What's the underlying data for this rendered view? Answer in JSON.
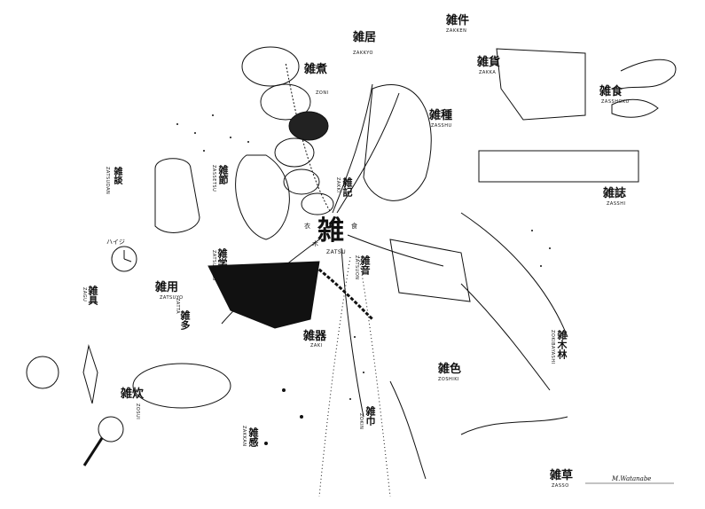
{
  "center": {
    "kanji": "雑",
    "romaji": "ZATSU",
    "side_left": "衣",
    "side_left2": "木",
    "side_right": "食"
  },
  "topics": [
    {
      "id": "zoni",
      "kanji": "雑煮",
      "romaji": "ZONI"
    },
    {
      "id": "zakyo",
      "kanji": "雑居",
      "romaji": "ZAKKYO"
    },
    {
      "id": "zakon",
      "kanji": "雑件",
      "romaji": "ZAKKEN"
    },
    {
      "id": "zakka",
      "kanji": "雑貨",
      "romaji": "ZAKKA"
    },
    {
      "id": "zashu",
      "kanji": "雑種",
      "romaji": "ZASSHU"
    },
    {
      "id": "zashoku",
      "kanji": "雑食",
      "romaji": "ZASSHOKU"
    },
    {
      "id": "zasshi",
      "kanji": "雑誌",
      "romaji": "ZASSHI"
    },
    {
      "id": "zatsudan",
      "kanji": "雑談",
      "romaji": "ZATSUDAN"
    },
    {
      "id": "zosui",
      "kanji": "雑炊",
      "romaji": "ZOSUI"
    },
    {
      "id": "zatsuyo",
      "kanji": "雑用",
      "romaji": "ZATSUYO"
    },
    {
      "id": "zagu",
      "kanji": "雑具",
      "romaji": "ZAGU"
    },
    {
      "id": "zakki",
      "kanji": "雑記",
      "romaji": "ZAKKI"
    },
    {
      "id": "zatta",
      "kanji": "雑多",
      "romaji": "ZATTA"
    },
    {
      "id": "zaki",
      "kanji": "雑器",
      "romaji": "ZAKI"
    },
    {
      "id": "zokin",
      "kanji": "雑巾",
      "romaji": "ZOKIN"
    },
    {
      "id": "zakan",
      "kanji": "雑感",
      "romaji": "ZAKKAN"
    },
    {
      "id": "zoshoku",
      "kanji": "雑色",
      "romaji": "ZOSHIKI"
    },
    {
      "id": "zokibayashi",
      "kanji": "雑木林",
      "romaji": "ZOKIBAYASHI"
    },
    {
      "id": "zasso",
      "kanji": "雑草",
      "romaji": "ZASSO"
    },
    {
      "id": "zakkaku",
      "kanji": "雑学",
      "romaji": "ZATSUGAKU"
    },
    {
      "id": "zaon",
      "kanji": "雑音",
      "romaji": "ZATSUON"
    },
    {
      "id": "zasetsu",
      "kanji": "雑節",
      "romaji": "ZASSETSU"
    }
  ],
  "clock_label": "ハイジ",
  "signature": "M.Watanabe"
}
